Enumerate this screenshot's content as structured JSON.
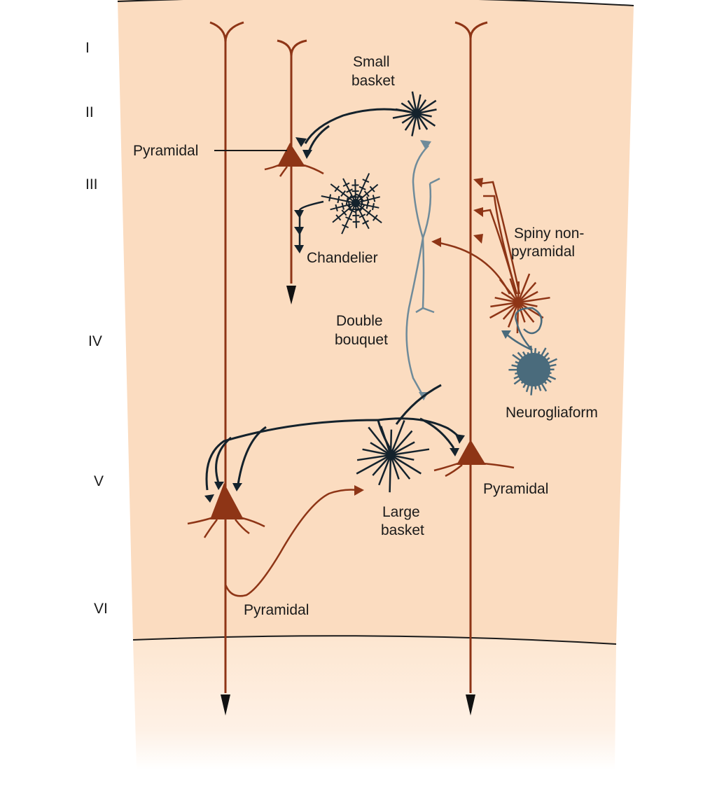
{
  "colors": {
    "cortex": "#fbdcc0",
    "white_matter_fade": "#fde9d6",
    "pyramidal": "#8e3516",
    "inhibitory_dark": "#14222c",
    "double_bouquet": "#6f8b9a",
    "neurogliaform": "#4a6b7c",
    "border": "#1a1a1a"
  },
  "layers": {
    "l1": "I",
    "l2": "II",
    "l3": "III",
    "l4": "IV",
    "l5": "V",
    "l6": "VI"
  },
  "labels": {
    "pyramidal_upper": "Pyramidal",
    "small_basket_1": "Small",
    "small_basket_2": "basket",
    "chandelier": "Chandelier",
    "spiny_1": "Spiny non-",
    "spiny_2": "pyramidal",
    "double_bouquet_1": "Double",
    "double_bouquet_2": "bouquet",
    "neurogliaform": "Neurogliaform",
    "pyramidal_right": "Pyramidal",
    "large_basket_1": "Large",
    "large_basket_2": "basket",
    "pyramidal_bottom": "Pyramidal"
  },
  "icons": {
    "neuron": "soma-with-dendrites",
    "synapse": "triangle-terminal",
    "axon_end": "arrow-down"
  }
}
